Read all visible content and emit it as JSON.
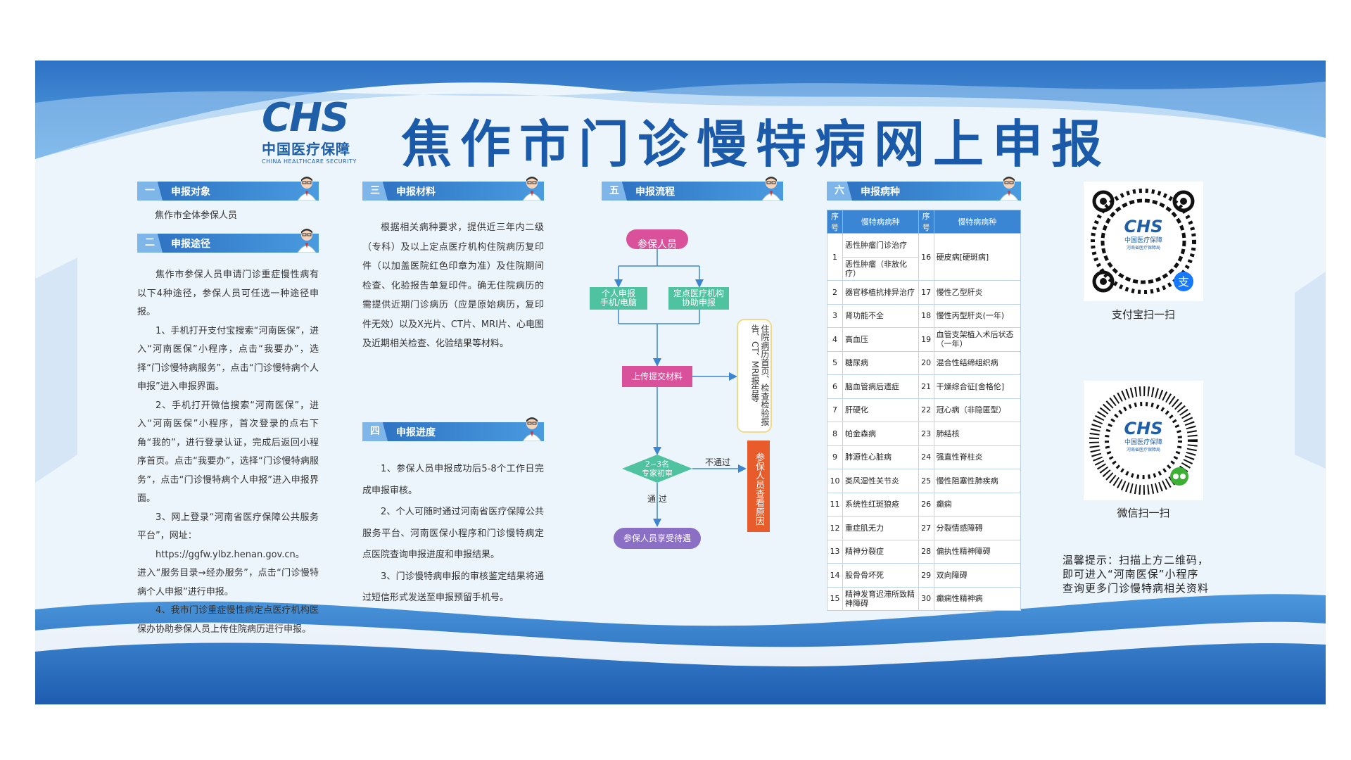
{
  "logo": {
    "mark": "CHS",
    "cn": "中国医疗保障",
    "en": "CHINA HEALTHCARE SECURITY"
  },
  "title": "焦作市门诊慢特病网上申报",
  "sections": {
    "s1": {
      "num": "一",
      "label": "申报对象"
    },
    "s2": {
      "num": "二",
      "label": "申报途径"
    },
    "s3": {
      "num": "三",
      "label": "申报材料"
    },
    "s4": {
      "num": "四",
      "label": "申报进度"
    },
    "s5": {
      "num": "五",
      "label": "申报流程"
    },
    "s6": {
      "num": "六",
      "label": "申报病种"
    }
  },
  "target_text": "焦作市全体参保人员",
  "channels": [
    "焦作市参保人员申请门诊重症慢性病有以下4种途径，参保人员可任选一种途径申报。",
    "1、手机打开支付宝搜索“河南医保”，进入“河南医保”小程序，点击“我要办”，选择“门诊慢特病服务”，点击“门诊慢特病个人申报”进入申报界面。",
    "2、手机打开微信搜索“河南医保”，进入“河南医保”小程序，首次登录的点右下角“我的”，进行登录认证，完成后返回小程序首页。点击“我要办”，选择“门诊慢特病服务”，点击“门诊慢特病个人申报”进入申报界面。",
    "3、网上登录“河南省医疗保障公共服务平台”，网址：",
    "https://ggfw.ylbz.henan.gov.cn。",
    "进入“服务目录→经办服务”，点击“门诊慢特病个人申报”进行申报。",
    "4、我市门诊重症慢性病定点医疗机构医保办协助参保人员上传住院病历进行申报。"
  ],
  "materials_text": "根据相关病种要求，提供近三年内二级（专科）及以上定点医疗机构住院病历复印件（以加盖医院红色印章为准）及住院期间检查、化验报告单复印件。确无住院病历的需提供近期门诊病历（应是原始病历，复印件无效）以及X光片、CT片、MRI片、心电图及近期相关检查、化验结果等材料。",
  "progress": [
    "1、参保人员申报成功后5-8个工作日完成申报审核。",
    "2、个人可随时通过河南省医疗保障公共服务平台、河南医保小程序和门诊慢特病定点医院查询申报进度和申报结果。",
    "3、门诊慢特病申报的审核鉴定结果将通过短信形式发送至申报预留手机号。"
  ],
  "flow": {
    "start": "参保人员",
    "left_branch": [
      "个人申报",
      "手机/电脑"
    ],
    "right_branch": [
      "定点医疗机构",
      "协助申报"
    ],
    "upload": "上传提交材料",
    "materials_note": "住院病历首页、检查检验报告、CT、MRI报告等",
    "review": [
      "2~3名",
      "专家初审"
    ],
    "fail_label": "不通过",
    "pass_label": "通 过",
    "fail_result": "参保人员查看原因",
    "end": "参保人员享受待遇"
  },
  "table": {
    "headers": [
      "序号",
      "慢特病病种",
      "序号",
      "慢特病病种"
    ],
    "rows": [
      {
        "a_idx": "1",
        "a_name": "恶性肿瘤门诊治疗",
        "b_idx": "16",
        "b_name": "硬皮病[硬斑病]"
      },
      {
        "a_idx": "",
        "a_name": "恶性肿瘤（非放化疗）",
        "b_idx": "",
        "b_name": ""
      },
      {
        "a_idx": "2",
        "a_name": "器官移植抗排异治疗",
        "b_idx": "17",
        "b_name": "慢性乙型肝炎"
      },
      {
        "a_idx": "3",
        "a_name": "肾功能不全",
        "b_idx": "18",
        "b_name": "慢性丙型肝炎(一年)"
      },
      {
        "a_idx": "4",
        "a_name": "高血压",
        "b_idx": "19",
        "b_name": "血管支架植入术后状态（一年）"
      },
      {
        "a_idx": "5",
        "a_name": "糖尿病",
        "b_idx": "20",
        "b_name": "混合性结缔组织病"
      },
      {
        "a_idx": "6",
        "a_name": "脑血管病后遗症",
        "b_idx": "21",
        "b_name": "干燥综合征[舍格伦]"
      },
      {
        "a_idx": "7",
        "a_name": "肝硬化",
        "b_idx": "22",
        "b_name": "冠心病（非隐匿型）"
      },
      {
        "a_idx": "8",
        "a_name": "帕金森病",
        "b_idx": "23",
        "b_name": "肺结核"
      },
      {
        "a_idx": "9",
        "a_name": "肺源性心脏病",
        "b_idx": "24",
        "b_name": "强直性脊柱炎"
      },
      {
        "a_idx": "10",
        "a_name": "类风湿性关节炎",
        "b_idx": "25",
        "b_name": "慢性阻塞性肺疾病"
      },
      {
        "a_idx": "11",
        "a_name": "系统性红斑狼疮",
        "b_idx": "26",
        "b_name": "癫痫"
      },
      {
        "a_idx": "12",
        "a_name": "重症肌无力",
        "b_idx": "27",
        "b_name": "分裂情感障碍"
      },
      {
        "a_idx": "13",
        "a_name": "精神分裂症",
        "b_idx": "28",
        "b_name": "偏执性精神障碍"
      },
      {
        "a_idx": "14",
        "a_name": "股骨骨坏死",
        "b_idx": "29",
        "b_name": "双向障碍"
      },
      {
        "a_idx": "15",
        "a_name": "精神发育迟滞所致精神障碍",
        "b_idx": "30",
        "b_name": "癫痫性精神病"
      }
    ]
  },
  "qr": {
    "alipay_caption": "支付宝扫一扫",
    "wechat_caption": "微信扫一扫",
    "center_mark": "CHS",
    "center_cn": "中国医疗保障",
    "center_sub": "河南省医疗保障局"
  },
  "tip": [
    "温馨提示：扫描上方二维码，",
    "即可进入“河南医保”小程序",
    "查询更多门诊慢特病相关资料"
  ],
  "colors": {
    "brand_blue": "#1b5aa8",
    "flow_pink": "#d9519a",
    "flow_green": "#4fc2a0",
    "flow_purple": "#8a6fc4",
    "flow_orange": "#e85c2c"
  }
}
